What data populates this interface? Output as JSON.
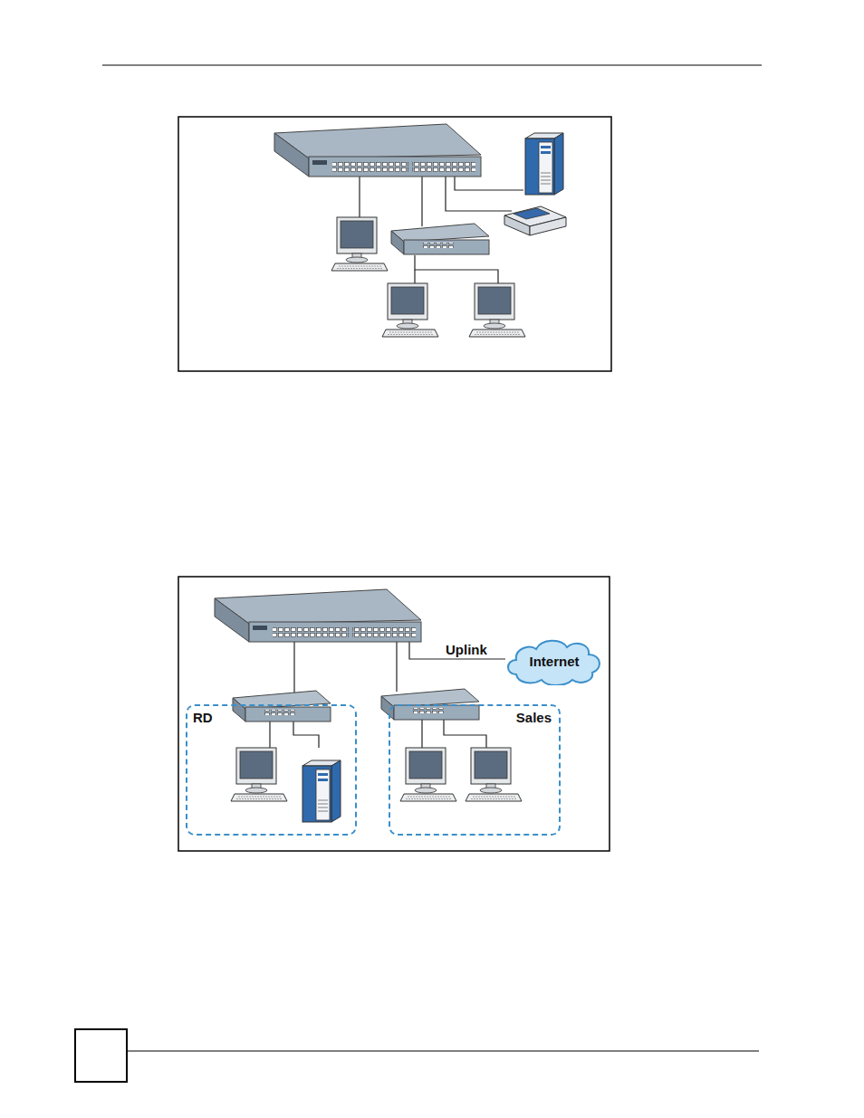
{
  "diagram": {
    "nodes": [
      {
        "text": [
          "Internet"
        ]
      },
      {
        "text": [
          "RD"
        ]
      },
      {
        "text": [
          "Sales"
        ]
      }
    ],
    "labels": [
      "Uplink"
    ]
  }
}
